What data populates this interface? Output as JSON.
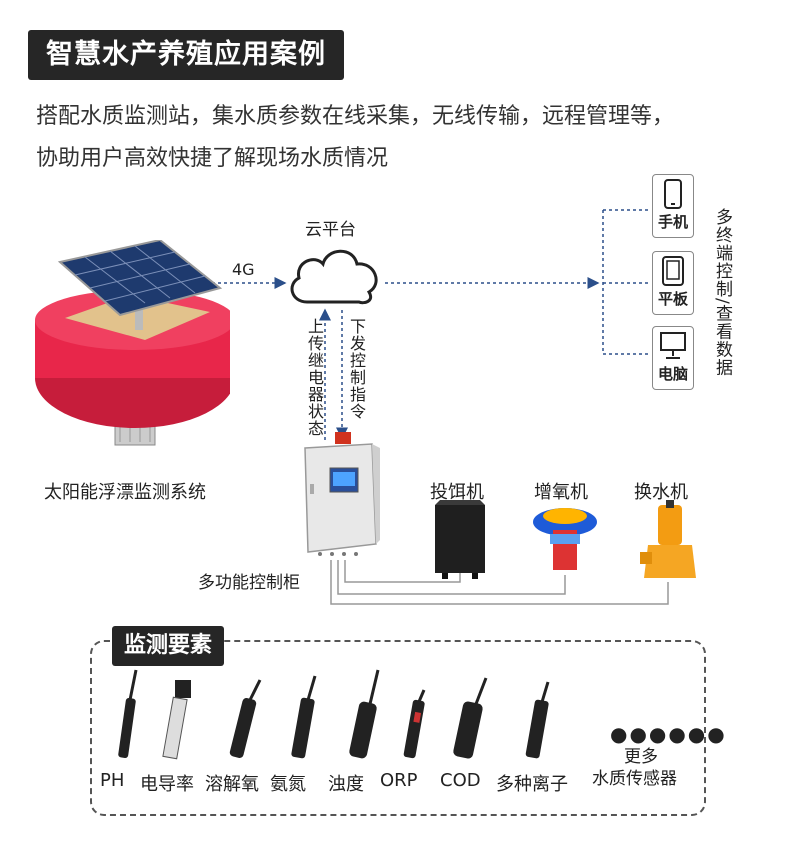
{
  "header": {
    "title": "智慧水产养殖应用案例",
    "desc_line1": "搭配水质监测站，集水质参数在线采集，无线传输，远程管理等，",
    "desc_line2": "协助用户高效快捷了解现场水质情况"
  },
  "diagram": {
    "cloud_label": "云平台",
    "link_label": "4G",
    "relay_status": "上传继电器状态",
    "control_cmd": "下发控制指令",
    "buoy_label": "太阳能浮漂监测系统",
    "cabinet_label": "多功能控制柜",
    "terminal_note": "多终端控制/查看数据",
    "terminals": [
      {
        "label": "手机",
        "icon": "phone-icon"
      },
      {
        "label": "平板",
        "icon": "tablet-icon"
      },
      {
        "label": "电脑",
        "icon": "computer-icon"
      }
    ],
    "equipment": [
      {
        "label": "投饵机",
        "icon": "feeder-icon"
      },
      {
        "label": "增氧机",
        "icon": "aerator-icon"
      },
      {
        "label": "换水机",
        "icon": "pump-icon"
      }
    ]
  },
  "monitoring": {
    "title": "监测要素",
    "sensors": [
      "PH",
      "电导率",
      "溶解氧",
      "氨氮",
      "浊度",
      "ORP",
      "COD",
      "多种离子"
    ],
    "more_line1": "更多",
    "more_line2": "水质传感器"
  },
  "colors": {
    "buoy_red": "#e8264a",
    "link_blue": "#2b4f8a",
    "tag_dark": "#262626",
    "feeder_orange": "#f39c12",
    "aerator_blue": "#1e5bd8"
  }
}
